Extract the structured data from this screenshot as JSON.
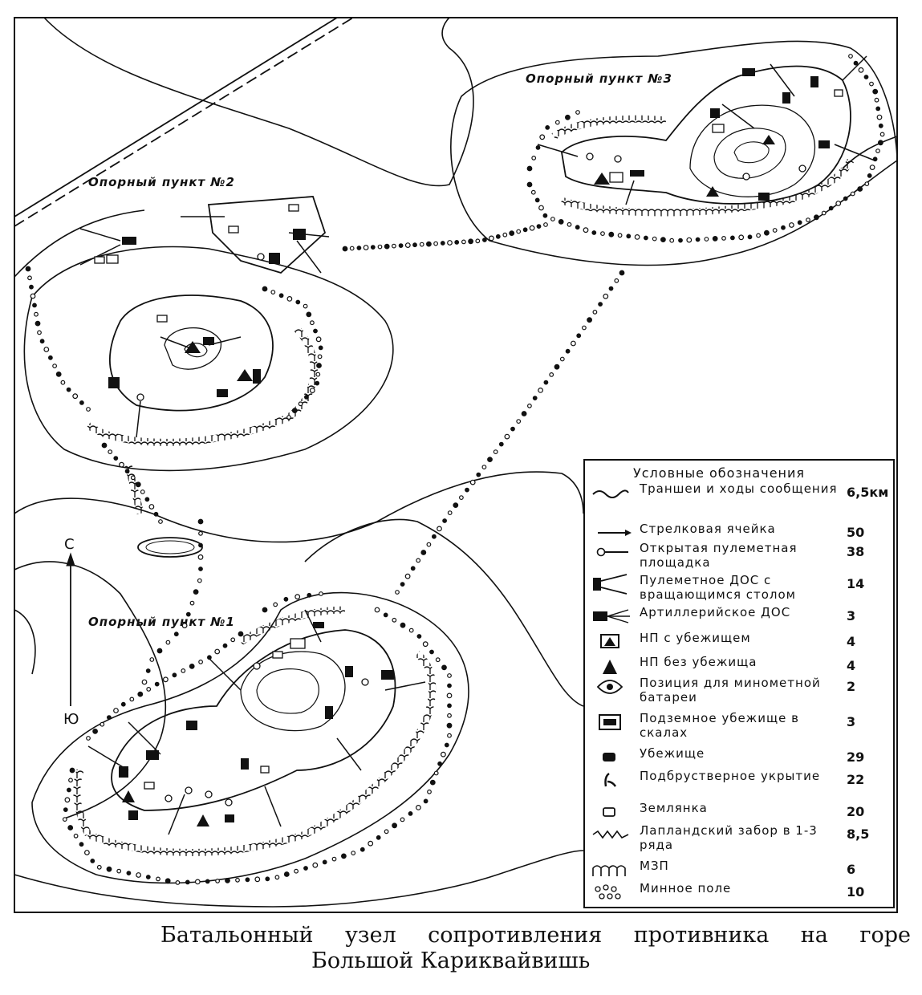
{
  "map": {
    "strongpoints": [
      {
        "label": "Опорный пункт №1"
      },
      {
        "label": "Опорный пункт №2"
      },
      {
        "label": "Опорный пункт №3"
      }
    ],
    "compass": {
      "north": "С",
      "south": "Ю"
    }
  },
  "legend": {
    "title": "Условные обозначения",
    "items": [
      {
        "icon": "trench-icon",
        "text": "Траншеи и ходы сообщения",
        "value": "6,5км"
      },
      {
        "icon": "rifle-cell-icon",
        "text": "Стрелковая ячейка",
        "value": "50"
      },
      {
        "icon": "open-mg-platform-icon",
        "text": "Открытая пулеметная площадка",
        "value": "38"
      },
      {
        "icon": "mg-bunker-icon",
        "text": "Пулеметное ДОС с вращающимся столом",
        "value": "14"
      },
      {
        "icon": "artillery-bunker-icon",
        "text": "Артиллерийское ДОС",
        "value": "3"
      },
      {
        "icon": "op-shelter-icon",
        "text": "НП с убежищем",
        "value": "4"
      },
      {
        "icon": "op-no-shelter-icon",
        "text": "НП без убежища",
        "value": "4"
      },
      {
        "icon": "mortar-position-icon",
        "text": "Позиция для минометной батареи",
        "value": "2"
      },
      {
        "icon": "rock-shelter-icon",
        "text": "Подземное убежище в скалах",
        "value": "3"
      },
      {
        "icon": "shelter-icon",
        "text": "Убежище",
        "value": "29"
      },
      {
        "icon": "breastwork-cover-icon",
        "text": "Подбрустверное укрытие",
        "value": "22"
      },
      {
        "icon": "dugout-icon",
        "text": "Землянка",
        "value": "20"
      },
      {
        "icon": "lapland-fence-icon",
        "text": "Лапландский забор в 1-3 ряда",
        "value": "8,5"
      },
      {
        "icon": "mzp-icon",
        "text": "МЗП",
        "value": "6"
      },
      {
        "icon": "minefield-icon",
        "text": "Минное поле",
        "value": "10"
      }
    ]
  },
  "caption": {
    "line1": "Батальонный узел сопротивления противника на горе",
    "line2": "Большой Кариквайвишь"
  }
}
